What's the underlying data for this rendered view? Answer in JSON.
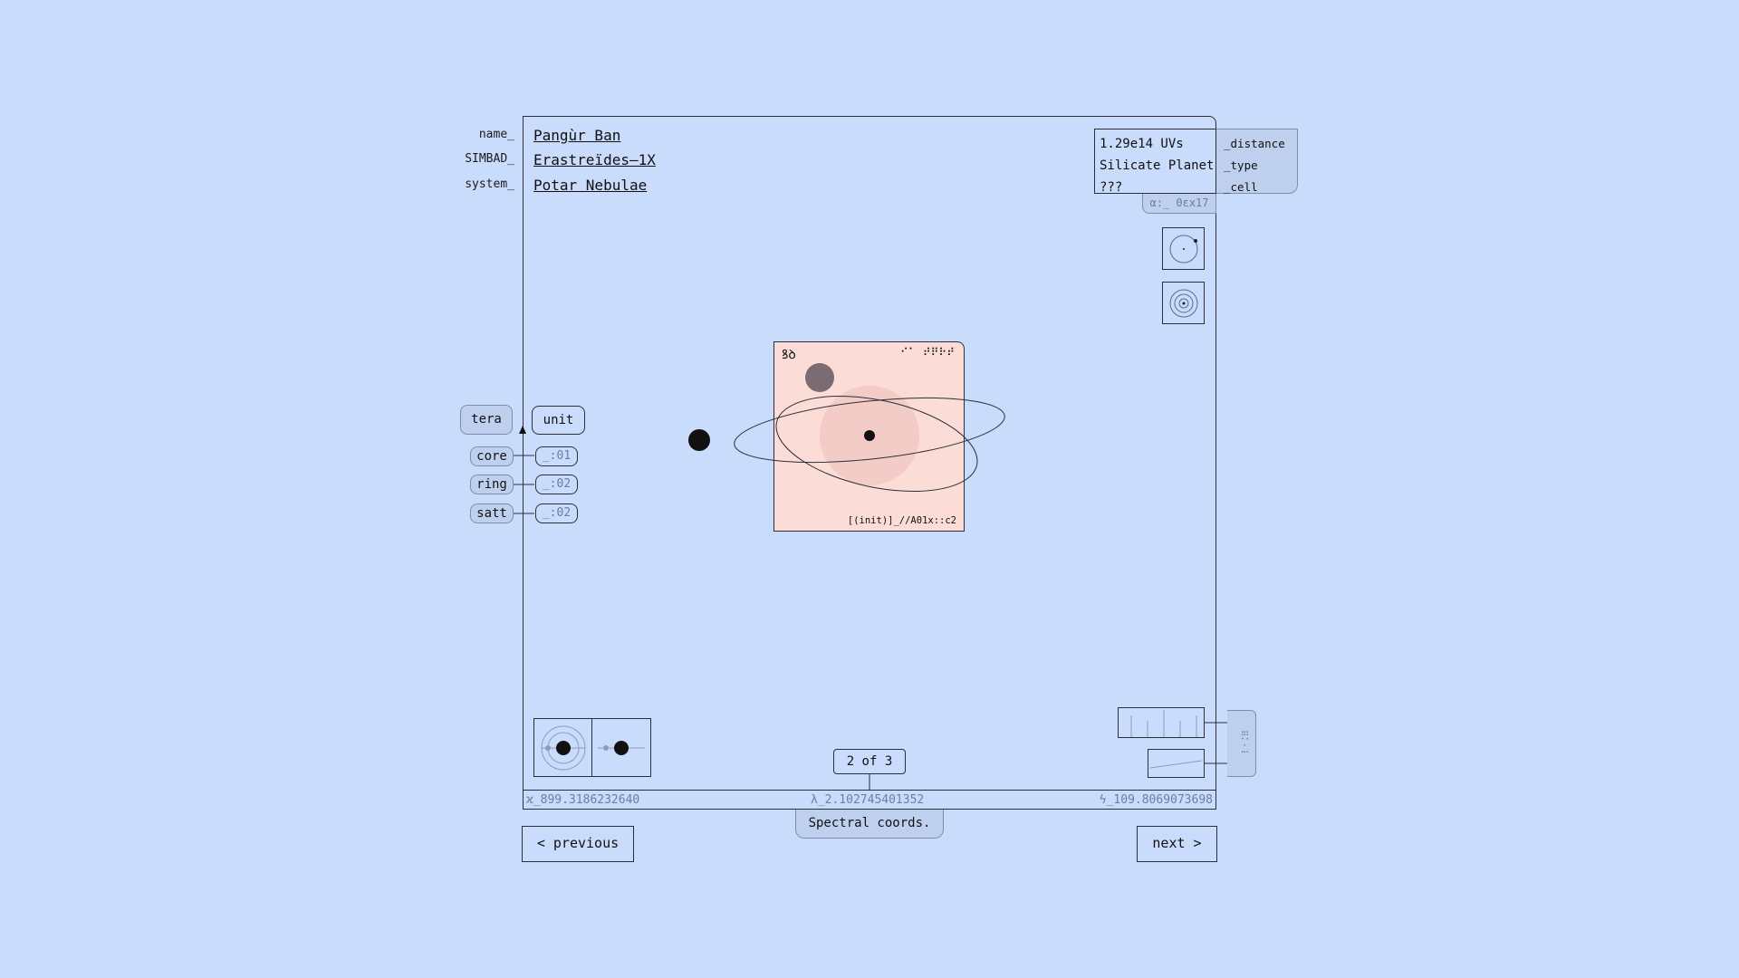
{
  "labels": {
    "name": "name_",
    "simbad": "SIMBAD_",
    "system": "system_"
  },
  "values": {
    "name": "Pangùr Ban",
    "simbad": "Erastreïdes–1X",
    "system": "Potar Nebulae"
  },
  "info": {
    "distance_value": "1.29e14 UVs",
    "type_value": "Silicate Planet",
    "cell_value": "???",
    "distance_label": "_distance",
    "type_label": "_type",
    "cell_label": "_cell",
    "alpha": "α:_ 0εx17"
  },
  "composition": {
    "left_header": "tera",
    "right_header": "unit",
    "rows": [
      {
        "label": "core",
        "value": "_:01"
      },
      {
        "label": "ring",
        "value": "_:02"
      },
      {
        "label": "satt",
        "value": "_:02"
      }
    ]
  },
  "card": {
    "glyph": "ꝸꝺ",
    "braille": "⠊⠁ ⠞⠟⠗⠞",
    "code": "[(init)]_//A01x::c2",
    "card_color": "#fcdcd6"
  },
  "pager": {
    "label": "2 of 3"
  },
  "coords": {
    "left": "ϰ_899.3186232640",
    "center": "λ_2.102745401352",
    "right": "ϟ_109.8069073698",
    "tab": "Spectral coords."
  },
  "nav": {
    "previous": "< previous",
    "next": "next >"
  },
  "side_braille": "⠿⠅⠂⠇"
}
